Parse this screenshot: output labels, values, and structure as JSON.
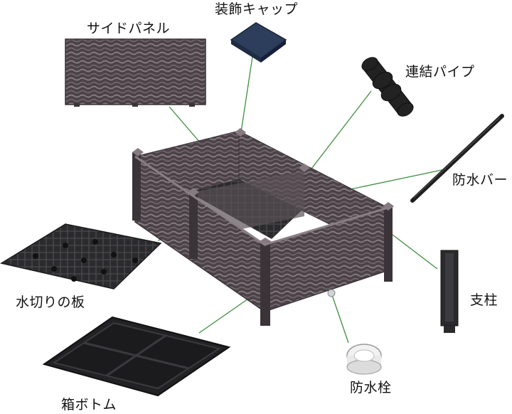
{
  "labels": {
    "side_panel": "サイドパネル",
    "cap": "装飾キャップ",
    "pipe": "連結パイプ",
    "bar": "防水バー",
    "post": "支柱",
    "drain_plate": "水切りの板",
    "bottom": "箱ボトム",
    "plug": "防水栓"
  },
  "colors": {
    "leader_line": "#3f8f3f",
    "box_body": "#4a4247",
    "box_light": "#756c72",
    "accessory_dark": "#222222",
    "cap_blue": "#2c3e5c"
  }
}
